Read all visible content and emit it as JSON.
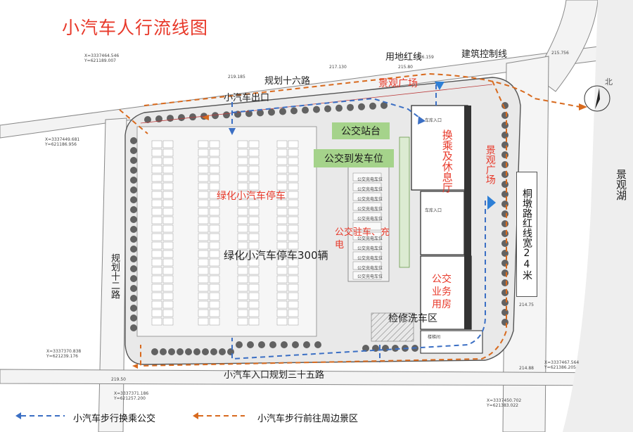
{
  "title": "小汽车人行流线图",
  "labels": {
    "redline": "用地红线",
    "control_line": "建筑控制线",
    "road_north": "规划十六路",
    "exit": "小汽车出口",
    "road_west": "规划十二路",
    "road_south": "小汽车入口规划三十五路",
    "road_east": "桐墩路红线宽24米",
    "lake": "景观湖",
    "north": "北",
    "parking_green_red": "绿化小汽车停车",
    "parking_green_count": "绿化小汽车停车300辆",
    "landscape_plaza_top": "景观广场",
    "landscape_plaza_right": "景观广场",
    "transfer_hall": "换乘及休息厅",
    "bus_housing": "公交业务用房",
    "bus_charging": "公交驻车、充电",
    "wash_area": "检修洗车区",
    "bus_stop": "公交站台",
    "bus_departure": "公交到发车位"
  },
  "legend": [
    {
      "label": "小汽车步行换乘公交",
      "color": "#3b6fc4"
    },
    {
      "label": "小汽车步行前往周边景区",
      "color": "#d86a1e"
    }
  ],
  "coordinates": [
    "X=3337464.546\nY=621189.007",
    "X=3337449.681\nY=621186.956",
    "X=3337370.838\nY=621239.176",
    "X=3337371.186\nY=621257.200",
    "X=3337450.702\nY=621383.022",
    "X=3337467.564\nY=621386.205"
  ],
  "elevations": [
    "219.185",
    "217.130",
    "216.159",
    "215.80",
    "215.756",
    "214.75",
    "214.88",
    "219.50"
  ],
  "building_small_text": [
    "车库入口",
    "车库入口",
    "楼梯间",
    "公交充电车位",
    "公交充电车位",
    "公交充电车位",
    "公交充电车位",
    "公交充电车位",
    "公交充电车位",
    "公交充电车位",
    "公交充电车位",
    "公交充电车位",
    "公交充电车位"
  ],
  "colors": {
    "accent_red": "#e8392a",
    "walk_transfer": "#3b6fc4",
    "walk_scenic": "#d86a1e",
    "bus_green": "#a5d38b"
  }
}
